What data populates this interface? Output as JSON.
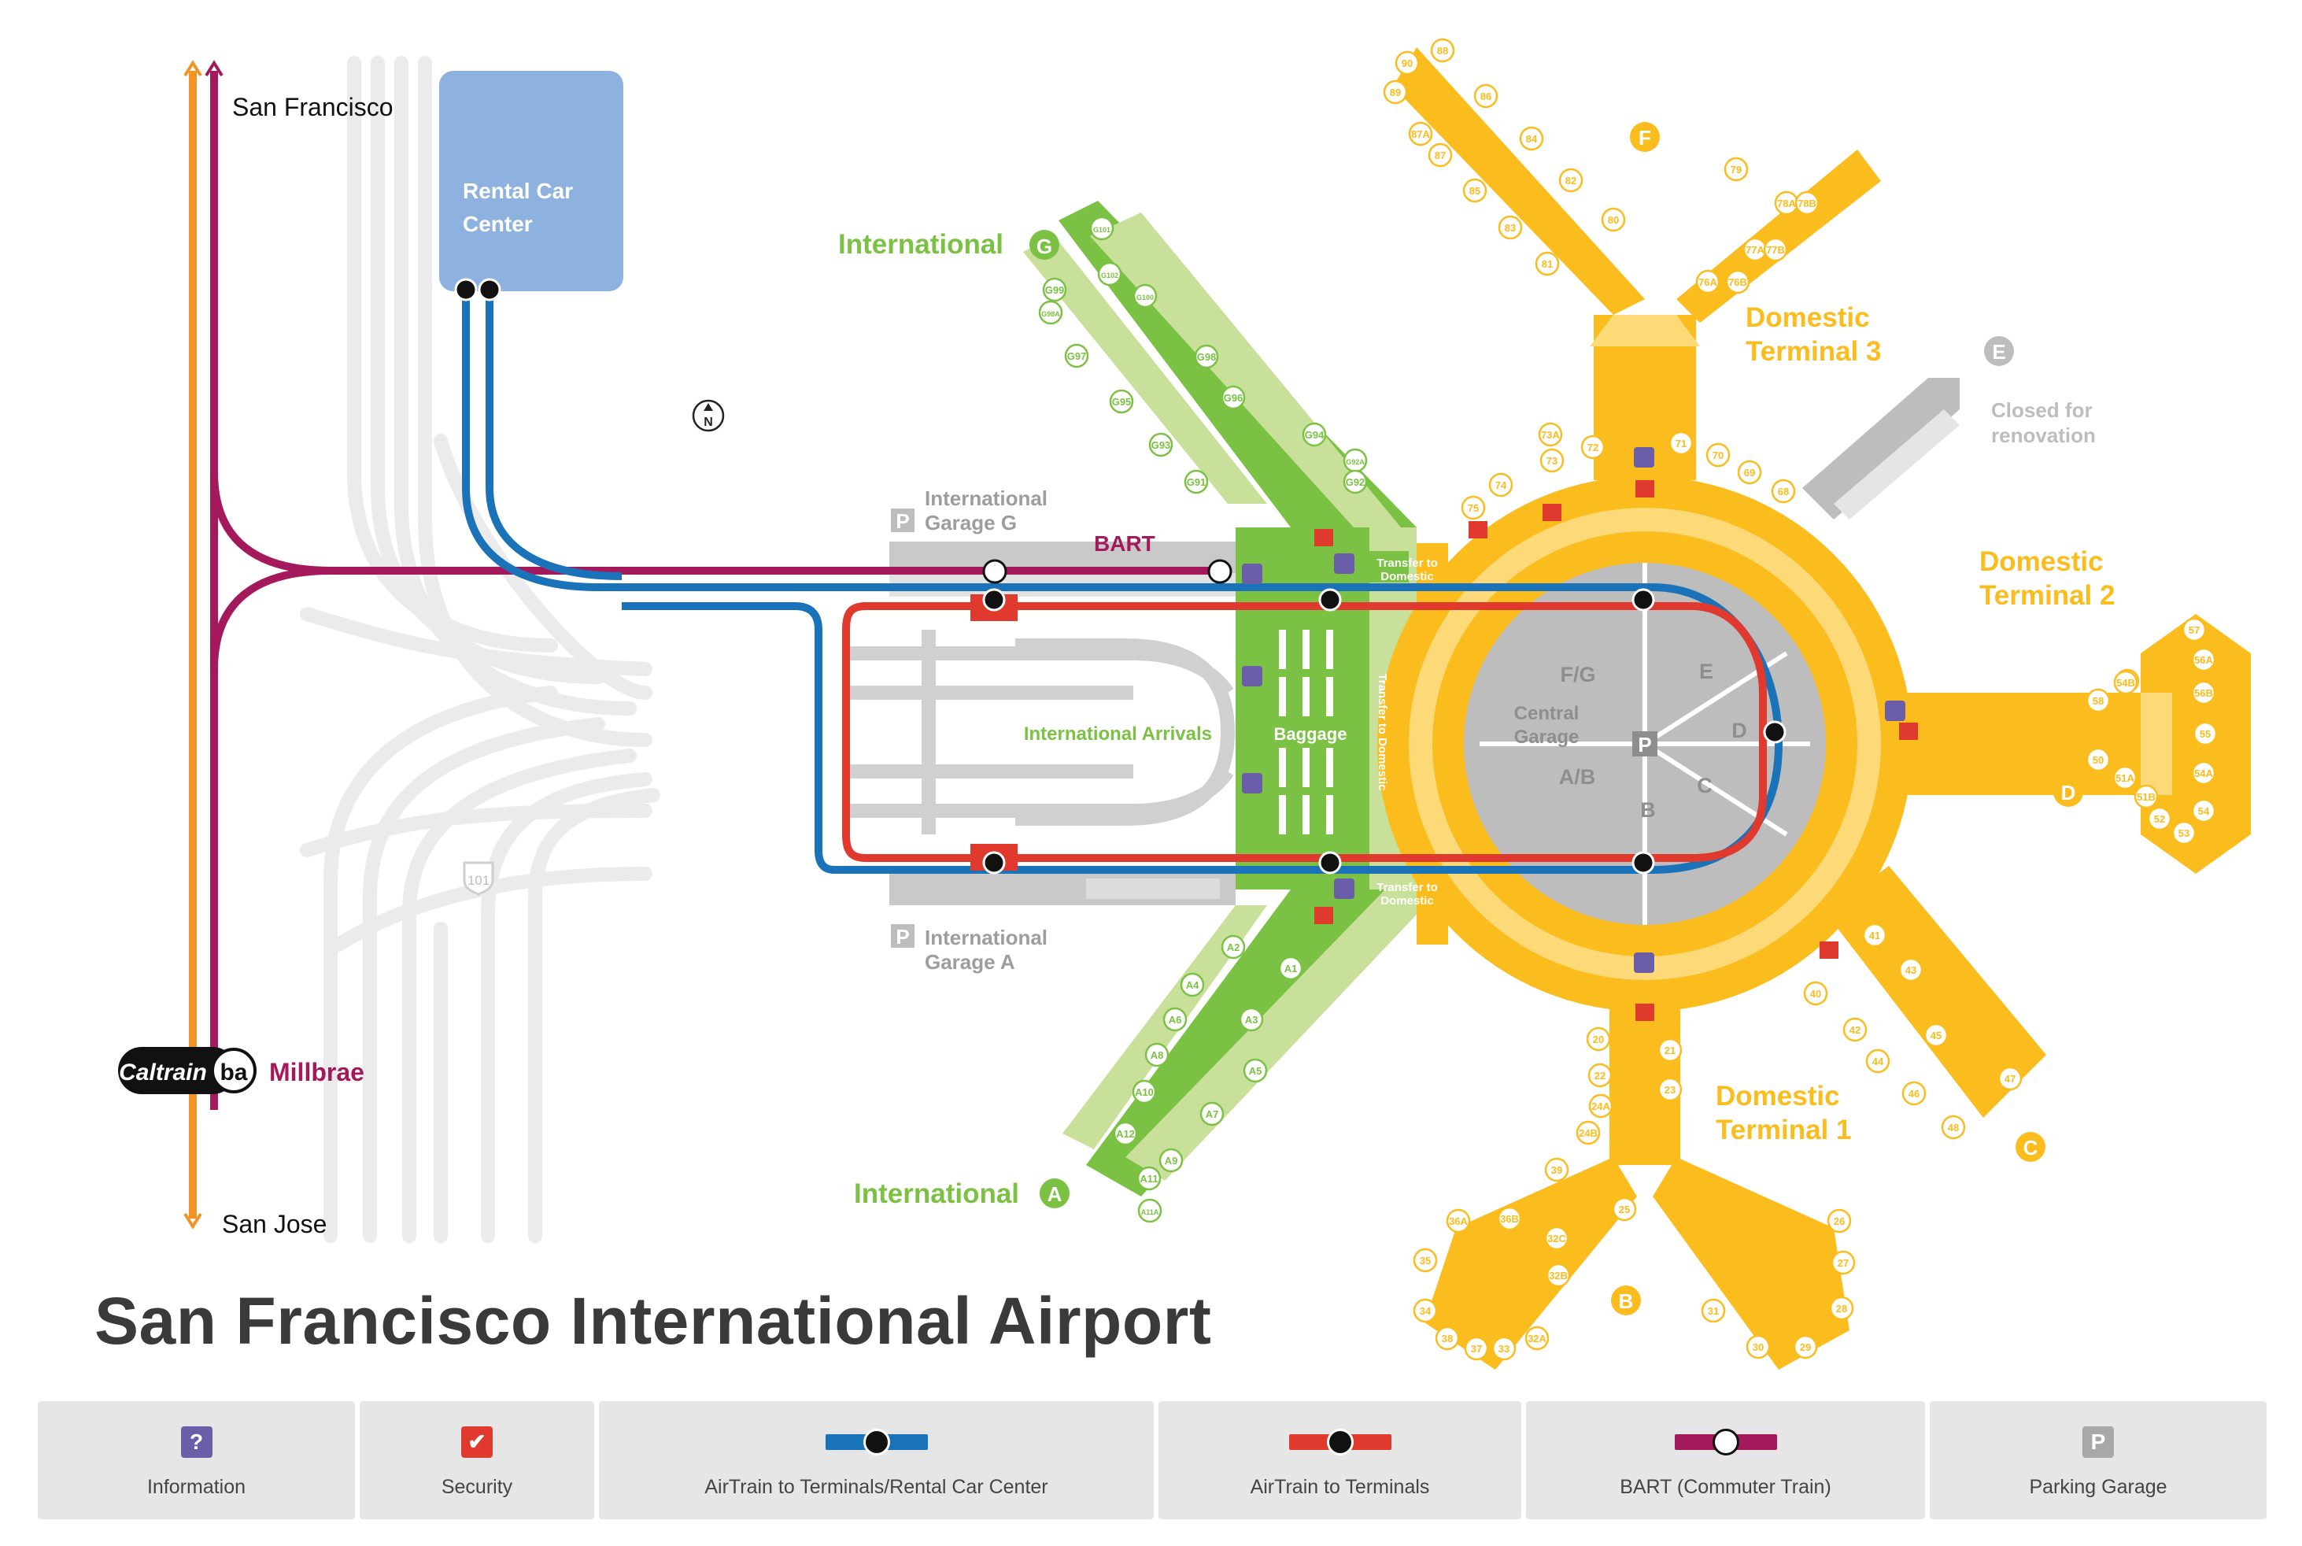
{
  "map": {
    "title": "San Francisco International Airport",
    "transit": {
      "north_label": "San Francisco",
      "south_label": "San Jose",
      "station_label": "Millbrae",
      "caltrain_wordmark": "Caltrain",
      "bart_wordmark": "ba",
      "bart_line_label": "BART",
      "highway_shield": "101",
      "north_marker": "N"
    },
    "rental_car": {
      "line1": "Rental Car",
      "line2": "Center"
    },
    "garages": {
      "g_line1": "International",
      "g_line2": "Garage G",
      "a_line1": "International",
      "a_line2": "Garage A",
      "central_line1": "Central",
      "central_line2": "Garage",
      "parking_glyph": "P",
      "sectors": {
        "fg": "F/G",
        "e": "E",
        "d": "D",
        "c": "C",
        "b": "B",
        "ab": "A/B"
      }
    },
    "international": {
      "arrivals": "International Arrivals",
      "baggage": "Baggage",
      "transfer1_line1": "Transfer to",
      "transfer1_line2": "Domestic",
      "transfer2_line1": "Transfer to",
      "transfer2_line2": "Domestic",
      "transfer_vertical": "Transfer to Domestic",
      "g_heading": "International",
      "g_letter": "G",
      "a_heading": "International",
      "a_letter": "A",
      "info_glyph": "?"
    },
    "terminals": {
      "t3_line1": "Domestic",
      "t3_line2": "Terminal 3",
      "t2_line1": "Domestic",
      "t2_line2": "Terminal 2",
      "t1_line1": "Domestic",
      "t1_line2": "Terminal 1",
      "closed_line1": "Closed for",
      "closed_line2": "renovation",
      "letters": {
        "f": "F",
        "e": "E",
        "d": "D",
        "c": "C",
        "b": "B"
      }
    },
    "gates": {
      "g": [
        "G101",
        "G102",
        "G100",
        "G99",
        "G98A",
        "G98",
        "G97",
        "G96",
        "G95",
        "G94",
        "G93",
        "G92A",
        "G92",
        "G91"
      ],
      "a": [
        "A2",
        "A1",
        "A4",
        "A3",
        "A6",
        "A5",
        "A8",
        "A7",
        "A10",
        "A9",
        "A12",
        "A11",
        "A11A"
      ],
      "f": [
        "90",
        "88",
        "89",
        "86",
        "87A",
        "87",
        "84",
        "85",
        "82",
        "83",
        "80",
        "81",
        "79",
        "78A",
        "78B",
        "77A",
        "77B",
        "76A",
        "76B"
      ],
      "t3ring": [
        "75",
        "74",
        "73A",
        "73",
        "72",
        "71",
        "70",
        "69",
        "68"
      ],
      "d": [
        "58",
        "59",
        "54B",
        "56A",
        "56B",
        "55",
        "57",
        "54A",
        "51A",
        "51B",
        "52",
        "53",
        "54",
        "50"
      ],
      "c": [
        "40",
        "41",
        "43",
        "42",
        "44",
        "45",
        "46",
        "47",
        "48"
      ],
      "b": [
        "20",
        "21",
        "22",
        "23",
        "24A",
        "24B",
        "39",
        "25",
        "36A",
        "36B",
        "26",
        "27",
        "35",
        "32C",
        "32B",
        "28",
        "34",
        "31",
        "38",
        "37",
        "33",
        "32A",
        "30",
        "29"
      ]
    }
  },
  "legend": {
    "information": "Information",
    "security": "Security",
    "airtrain_blue": "AirTrain to Terminals/Rental Car Center",
    "airtrain_red": "AirTrain to Terminals",
    "bart": "BART (Commuter Train)",
    "parking": "Parking Garage",
    "info_glyph": "?",
    "parking_glyph": "P",
    "bart_glyph": "ba"
  },
  "colors": {
    "caltrain": "#f39325",
    "bart": "#a3195b",
    "airtrain_blue": "#1a73b9",
    "airtrain_red": "#e03a2f",
    "international": "#7bc143",
    "international_light": "#c9e09a",
    "domestic": "#fbbc1e",
    "domestic_light": "#fdd978",
    "gray": "#c8c8c8",
    "rental": "#8eb2e0",
    "info": "#6b5ea8",
    "security": "#e03a2f",
    "closed": "#bdbdbd"
  }
}
